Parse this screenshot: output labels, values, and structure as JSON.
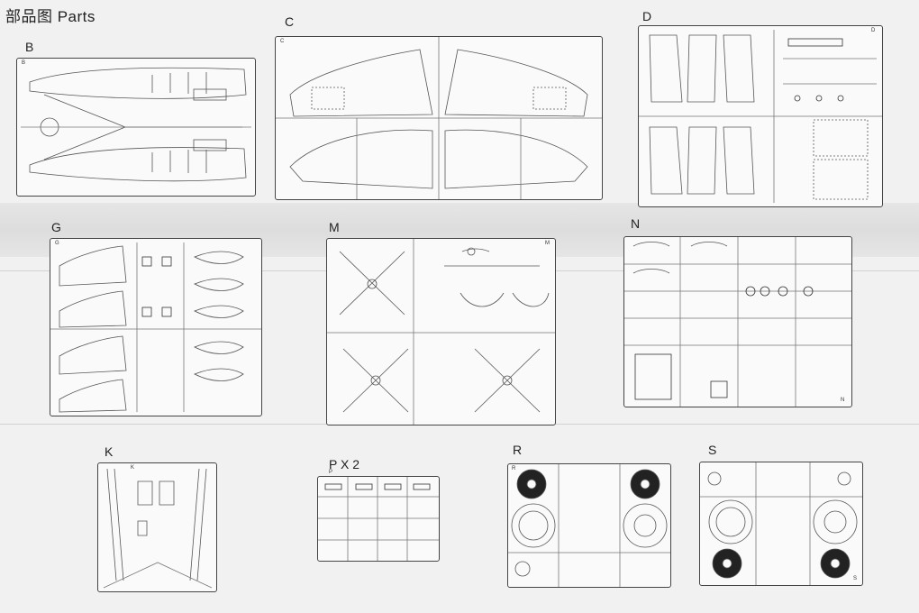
{
  "page": {
    "title": "部品图 Parts"
  },
  "sprues": [
    {
      "id": "B",
      "label": "B",
      "tag": "B"
    },
    {
      "id": "C",
      "label": "C",
      "tag": "C"
    },
    {
      "id": "D",
      "label": "D",
      "tag": "D"
    },
    {
      "id": "G",
      "label": "G",
      "tag": "G"
    },
    {
      "id": "M",
      "label": "M",
      "tag": "M"
    },
    {
      "id": "N",
      "label": "N",
      "tag": "N"
    },
    {
      "id": "K",
      "label": "K",
      "tag": "K"
    },
    {
      "id": "P",
      "label": "P X 2",
      "tag": "P"
    },
    {
      "id": "R",
      "label": "R",
      "tag": "R"
    },
    {
      "id": "S",
      "label": "S",
      "tag": "S"
    }
  ]
}
